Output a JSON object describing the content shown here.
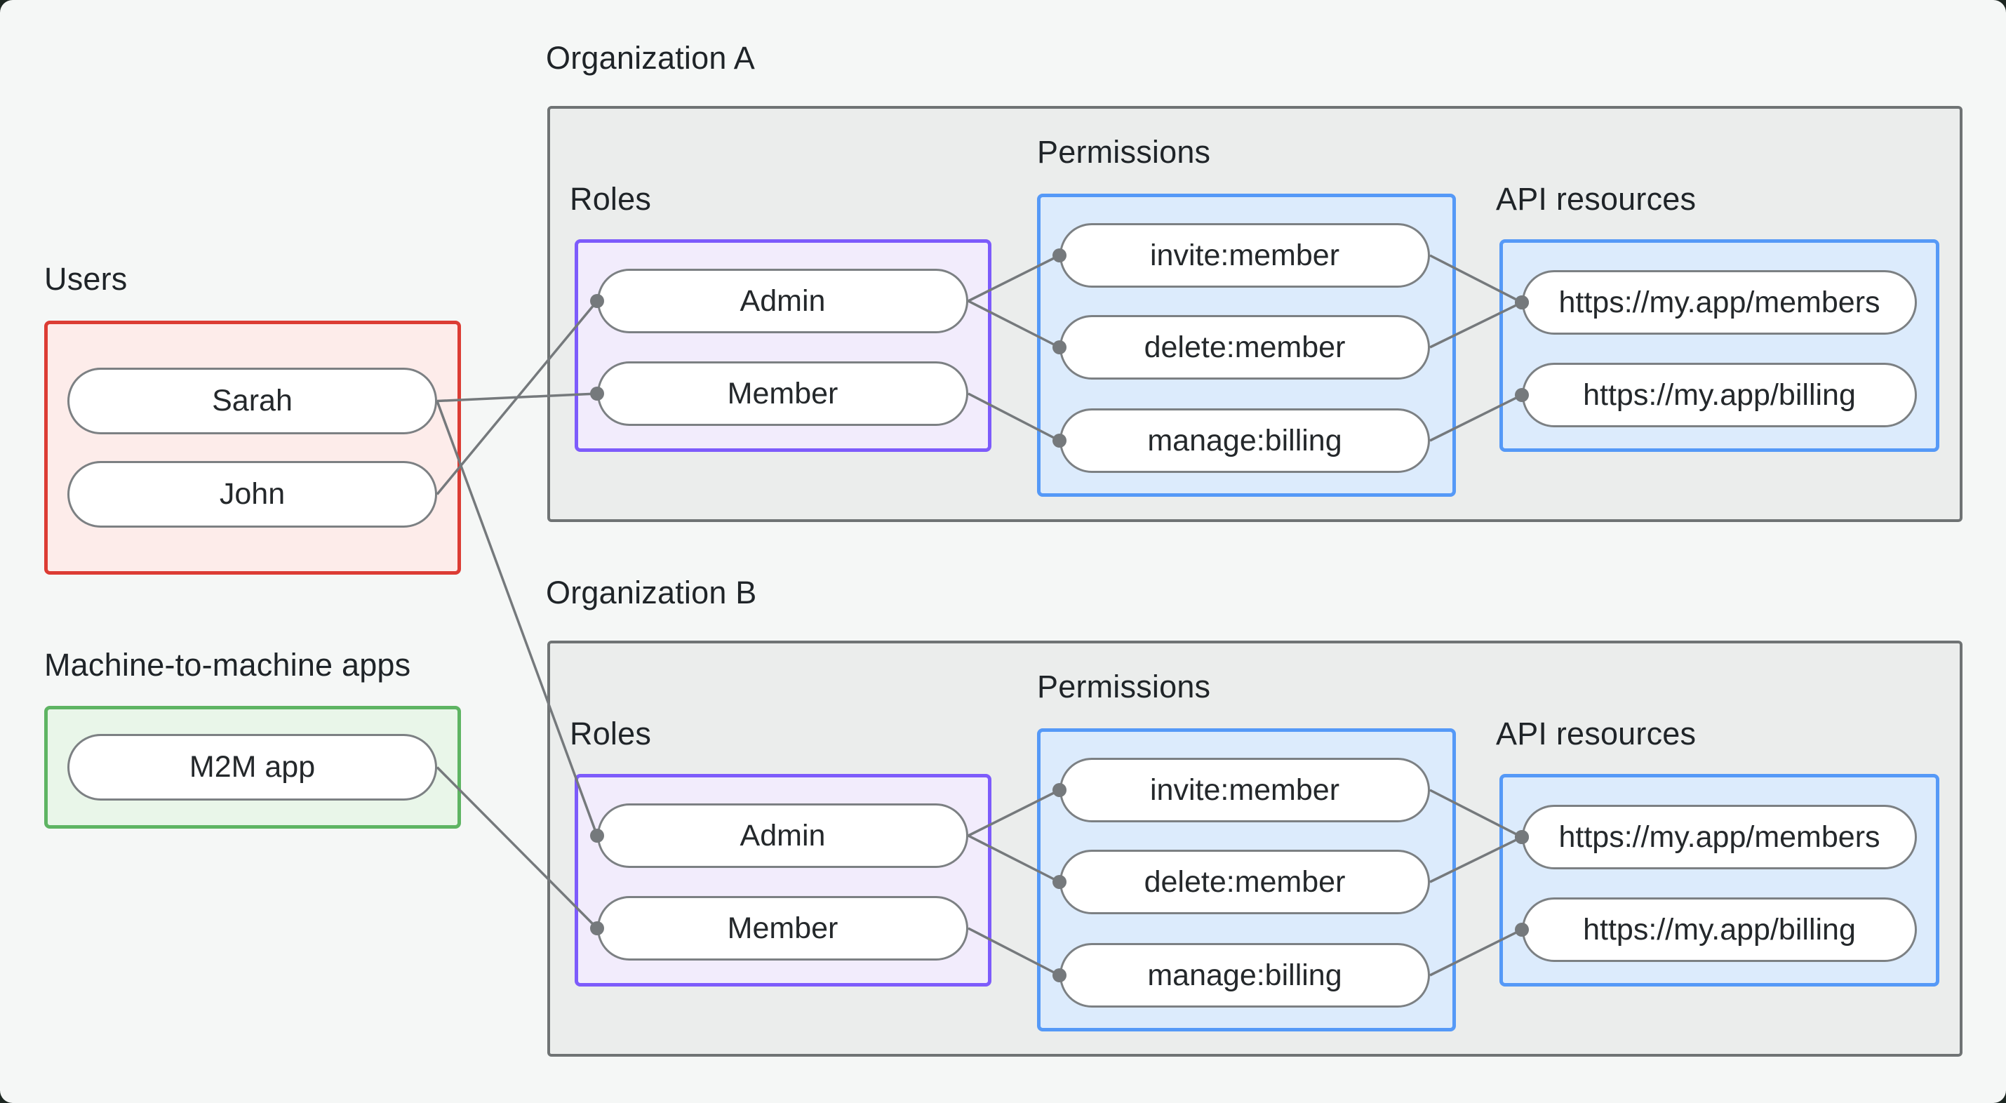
{
  "users": {
    "heading": "Users",
    "items": [
      "Sarah",
      "John"
    ]
  },
  "m2m": {
    "heading": "Machine-to-machine apps",
    "items": [
      "M2M app"
    ]
  },
  "orgs": [
    {
      "title": "Organization A",
      "roles_label": "Roles",
      "permissions_label": "Permissions",
      "api_label": "API resources",
      "roles": [
        "Admin",
        "Member"
      ],
      "permissions": [
        "invite:member",
        "delete:member",
        "manage:billing"
      ],
      "api_resources": [
        "https://my.app/members",
        "https://my.app/billing"
      ]
    },
    {
      "title": "Organization B",
      "roles_label": "Roles",
      "permissions_label": "Permissions",
      "api_label": "API resources",
      "roles": [
        "Admin",
        "Member"
      ],
      "permissions": [
        "invite:member",
        "delete:member",
        "manage:billing"
      ],
      "api_resources": [
        "https://my.app/members",
        "https://my.app/billing"
      ]
    }
  ],
  "edges": [
    {
      "from": "sarah",
      "to": "org-a-member"
    },
    {
      "from": "john",
      "to": "org-a-admin"
    },
    {
      "from": "sarah",
      "to": "org-b-admin"
    },
    {
      "from": "m2m-app",
      "to": "org-b-member"
    },
    {
      "from": "org-a-admin",
      "to": "org-a-invite"
    },
    {
      "from": "org-a-admin",
      "to": "org-a-delete"
    },
    {
      "from": "org-a-member",
      "to": "org-a-manage"
    },
    {
      "from": "org-a-invite",
      "to": "org-a-members"
    },
    {
      "from": "org-a-delete",
      "to": "org-a-members"
    },
    {
      "from": "org-a-manage",
      "to": "org-a-billing"
    },
    {
      "from": "org-b-admin",
      "to": "org-b-invite"
    },
    {
      "from": "org-b-admin",
      "to": "org-b-delete"
    },
    {
      "from": "org-b-member",
      "to": "org-b-manage"
    },
    {
      "from": "org-b-invite",
      "to": "org-b-members"
    },
    {
      "from": "org-b-delete",
      "to": "org-b-members"
    },
    {
      "from": "org-b-manage",
      "to": "org-b-billing"
    }
  ],
  "colors": {
    "canvas_bg": "#f5f7f6",
    "org_box_fill": "#ebedec",
    "org_box_border": "#6f7374",
    "users_fill": "#fdecea",
    "users_border": "#dc3c34",
    "m2m_fill": "#e9f6e9",
    "m2m_border": "#5eb463",
    "roles_fill": "#f2ecfc",
    "roles_border": "#7d5bfb",
    "blue_fill": "#dcebfc",
    "blue_border": "#5599f7",
    "pill_border": "#7c8083",
    "connector": "#75797c"
  }
}
